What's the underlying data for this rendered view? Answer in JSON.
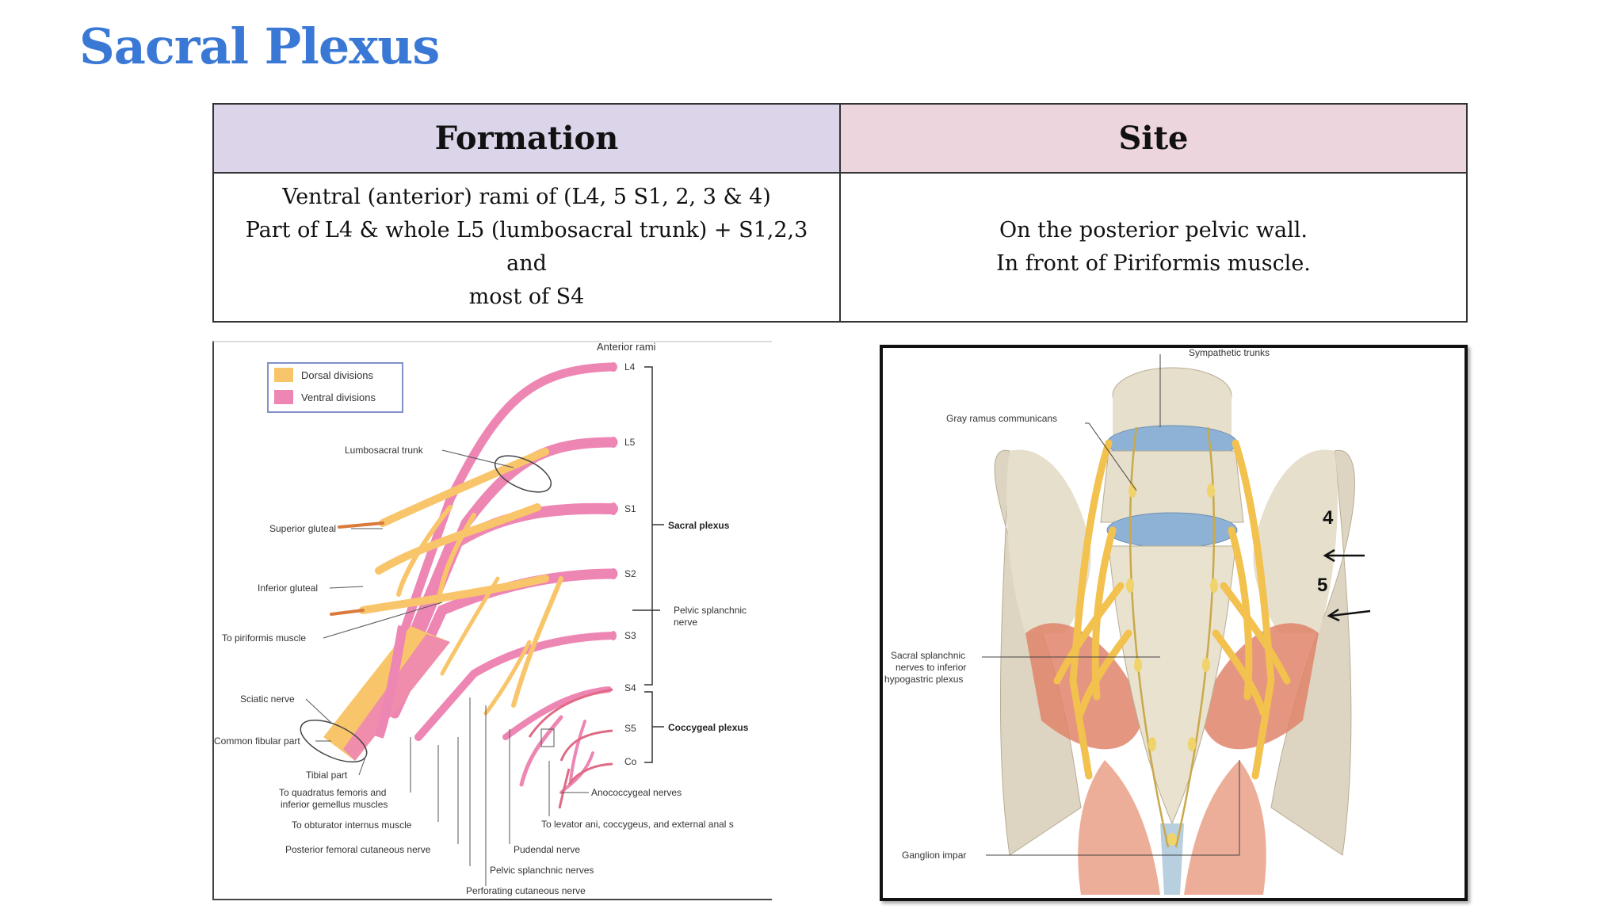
{
  "title": "Sacral Plexus",
  "table": {
    "headers": {
      "formation": "Formation",
      "site": "Site"
    },
    "formation_lines": [
      "Ventral (anterior) rami of (L4, 5 S1, 2, 3 & 4)",
      "Part of L4 & whole L5 (lumbosacral trunk) + S1,2,3 and",
      "most of S4"
    ],
    "site_lines": [
      "On the posterior pelvic wall.",
      "In front of Piriformis muscle."
    ]
  },
  "left_figure": {
    "legend": {
      "dorsal": "Dorsal divisions",
      "ventral": "Ventral divisions"
    },
    "colors": {
      "dorsal": "#f9c56a",
      "ventral": "#ee86b4",
      "nerve_dark": "#d97a3a"
    },
    "header": "Anterior rami",
    "levels": [
      "L4",
      "L5",
      "S1",
      "S2",
      "S3",
      "S4",
      "S5",
      "Co"
    ],
    "plexus_labels": {
      "sacral": "Sacral plexus",
      "coccygeal": "Coccygeal plexus"
    },
    "pelvic_splanchnic_right": [
      "Pelvic splanchnic",
      "nerve"
    ],
    "left_labels": {
      "lumbosacral": "Lumbosacral trunk",
      "superior_gluteal": "Superior gluteal",
      "inferior_gluteal": "Inferior gluteal",
      "piriformis": "To piriformis muscle",
      "sciatic": "Sciatic nerve",
      "common_fibular": "Common fibular part",
      "tibial": "Tibial part",
      "quadratus_1": "To quadratus femoris and",
      "quadratus_2": "inferior gemellus muscles",
      "obturator": "To obturator internus muscle",
      "post_femoral": "Posterior femoral cutaneous nerve",
      "pudendal": "Pudendal nerve",
      "pelvic_splanchnic_nerves": "Pelvic splanchnic nerves",
      "perforating": "Perforating cutaneous nerve",
      "levator": "To levator ani, coccygeus, and external anal s",
      "anococcygeal": "Anococcygeal nerves"
    }
  },
  "right_figure": {
    "labels": {
      "sympathetic": "Sympathetic trunks",
      "gray_ramus": "Gray ramus communicans",
      "sacral_splanchnic_1": "Sacral splanchnic",
      "sacral_splanchnic_2": "nerves to inferior",
      "sacral_splanchnic_3": "hypogastric plexus",
      "ganglion": "Ganglion impar"
    },
    "annotations": {
      "four": "4",
      "five": "5"
    }
  }
}
